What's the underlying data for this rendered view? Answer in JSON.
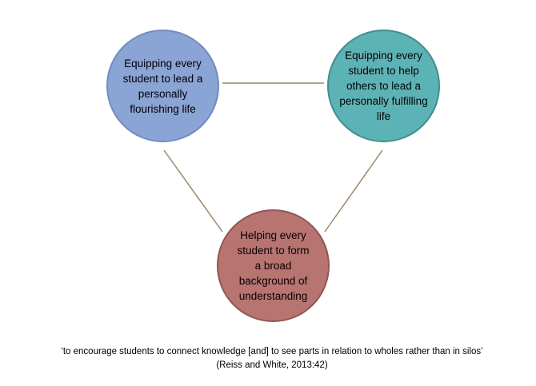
{
  "diagram": {
    "nodes": [
      {
        "id": "left",
        "text": "Equipping every student to lead a personally flourishing life",
        "fill": "#8BA4D6",
        "stroke": "#6F8CC6"
      },
      {
        "id": "right",
        "text": "Equipping every student to help others to lead a personally fulfilling life",
        "fill": "#5BB3B5",
        "stroke": "#3F8E92"
      },
      {
        "id": "bottom",
        "text": "Helping every student to form a broad background of understanding",
        "fill": "#B87471",
        "stroke": "#945452"
      }
    ],
    "connector_color": "#A08663",
    "caption": "‘to encourage students to connect knowledge [and] to see parts in relation to wholes rather than in silos’ (Reiss and White, 2013:42)"
  }
}
